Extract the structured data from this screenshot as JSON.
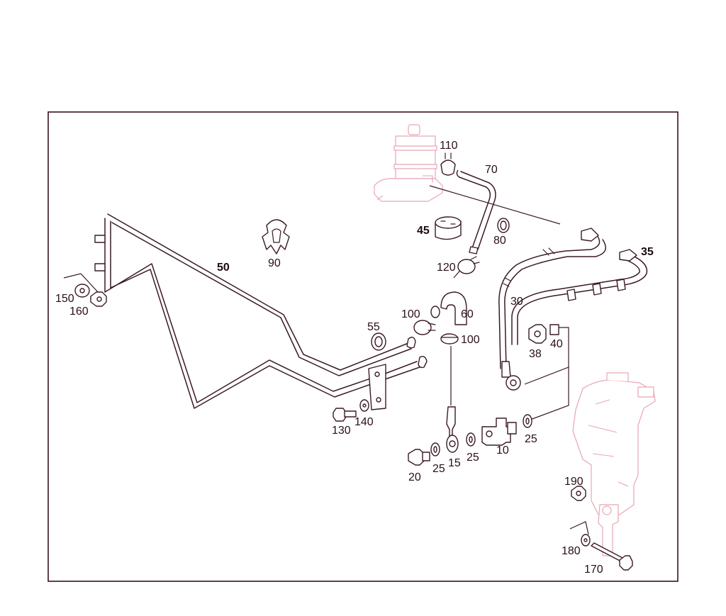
{
  "diagram": {
    "callouts": {
      "c10": "10",
      "c15": "15",
      "c20": "20",
      "c25a": "25",
      "c25b": "25",
      "c25c": "25",
      "c30": "30",
      "c35": "35",
      "c38": "38",
      "c40": "40",
      "c45": "45",
      "c50": "50",
      "c55": "55",
      "c60": "60",
      "c70": "70",
      "c80": "80",
      "c90": "90",
      "c100a": "100",
      "c100b": "100",
      "c110": "110",
      "c120": "120",
      "c130": "130",
      "c140": "140",
      "c150": "150",
      "c160": "160",
      "c170": "170",
      "c180": "180",
      "c190": "190"
    },
    "colors": {
      "line": "#3a1a24",
      "ghost": "#e6a6b4",
      "frame": "#3a1020"
    }
  }
}
